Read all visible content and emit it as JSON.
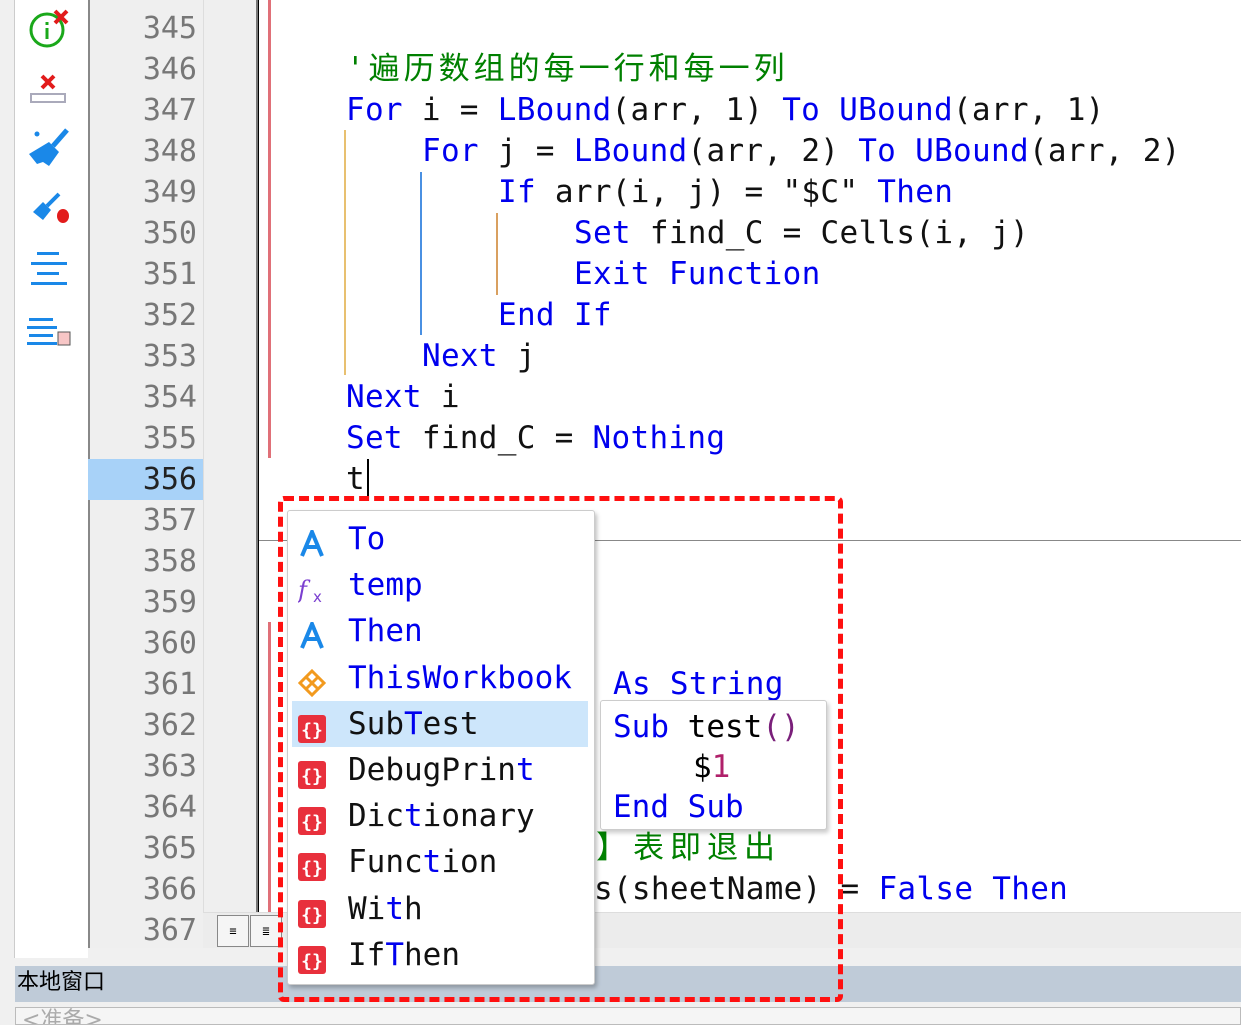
{
  "toolbar": {
    "icons": [
      "info-clear-icon",
      "clear-input-icon",
      "broom-icon",
      "broom-bug-icon",
      "align-center-icon",
      "align-save-icon"
    ]
  },
  "gutter": {
    "lines": [
      "345",
      "346",
      "347",
      "348",
      "349",
      "350",
      "351",
      "352",
      "353",
      "354",
      "355",
      "356",
      "357",
      "358",
      "359",
      "360",
      "361",
      "362",
      "363",
      "364",
      "365",
      "366",
      "367"
    ],
    "current": "356"
  },
  "code": {
    "l346": "'遍历数组的每一行和每一列",
    "l347": {
      "for": "For",
      "a": " i = ",
      "lb": "LBound",
      "b": "(arr, 1) ",
      "to": "To",
      "c": " ",
      "ub": "UBound",
      "d": "(arr, 1)"
    },
    "l348": {
      "for": "For",
      "a": " j = ",
      "lb": "LBound",
      "b": "(arr, 2) ",
      "to": "To",
      "c": " ",
      "ub": "UBound",
      "d": "(arr, 2)"
    },
    "l349": {
      "if": "If",
      "a": " arr(i, j) = \"$C\" ",
      "then": "Then"
    },
    "l350": {
      "set": "Set",
      "a": " find_C = Cells(i, j)"
    },
    "l351": "Exit Function",
    "l352": "End If",
    "l353": {
      "next": "Next",
      "a": " j"
    },
    "l354": {
      "next": "Next",
      "a": " i"
    },
    "l355": {
      "set": "Set",
      "a": " find_C = ",
      "nothing": "Nothing"
    },
    "l356": "t",
    "l361": "As String",
    "l365": "】表即退出",
    "l366": {
      "a": "s(sheetName) = ",
      "false": "False",
      "then": "Then"
    }
  },
  "autocomplete": {
    "items": [
      {
        "pre": "",
        "hl": "To",
        "post": "",
        "icon": "keyword-icon"
      },
      {
        "pre": "",
        "hl": "temp",
        "post": "",
        "icon": "function-icon"
      },
      {
        "pre": "",
        "hl": "Then",
        "post": "",
        "icon": "keyword-icon"
      },
      {
        "pre": "",
        "hl": "ThisWorkbook",
        "post": "",
        "icon": "object-icon"
      },
      {
        "pre": "Sub",
        "hl": "T",
        "post": "est",
        "icon": "snippet-icon",
        "selected": true
      },
      {
        "pre": "DebugPrin",
        "hl": "t",
        "post": "",
        "icon": "snippet-icon"
      },
      {
        "pre": "Dic",
        "hl": "t",
        "post": "ionary",
        "icon": "snippet-icon"
      },
      {
        "pre": "Func",
        "hl": "t",
        "post": "ion",
        "icon": "snippet-icon"
      },
      {
        "pre": "Wi",
        "hl": "t",
        "post": "h",
        "icon": "snippet-icon"
      },
      {
        "pre": "If",
        "hl": "T",
        "post": "hen",
        "icon": "snippet-icon"
      }
    ]
  },
  "snippet_preview": {
    "sub": "Sub",
    "name": " test",
    "parens": "()",
    "dollar": "$",
    "num": "1",
    "end": "End Sub"
  },
  "locals_window": {
    "title": "本地窗口",
    "status": "<准备>"
  },
  "colors": {
    "keyword": "#0000ee",
    "comment": "#008000",
    "highlight": "#cde6fb",
    "annotation": "#ff1010"
  }
}
